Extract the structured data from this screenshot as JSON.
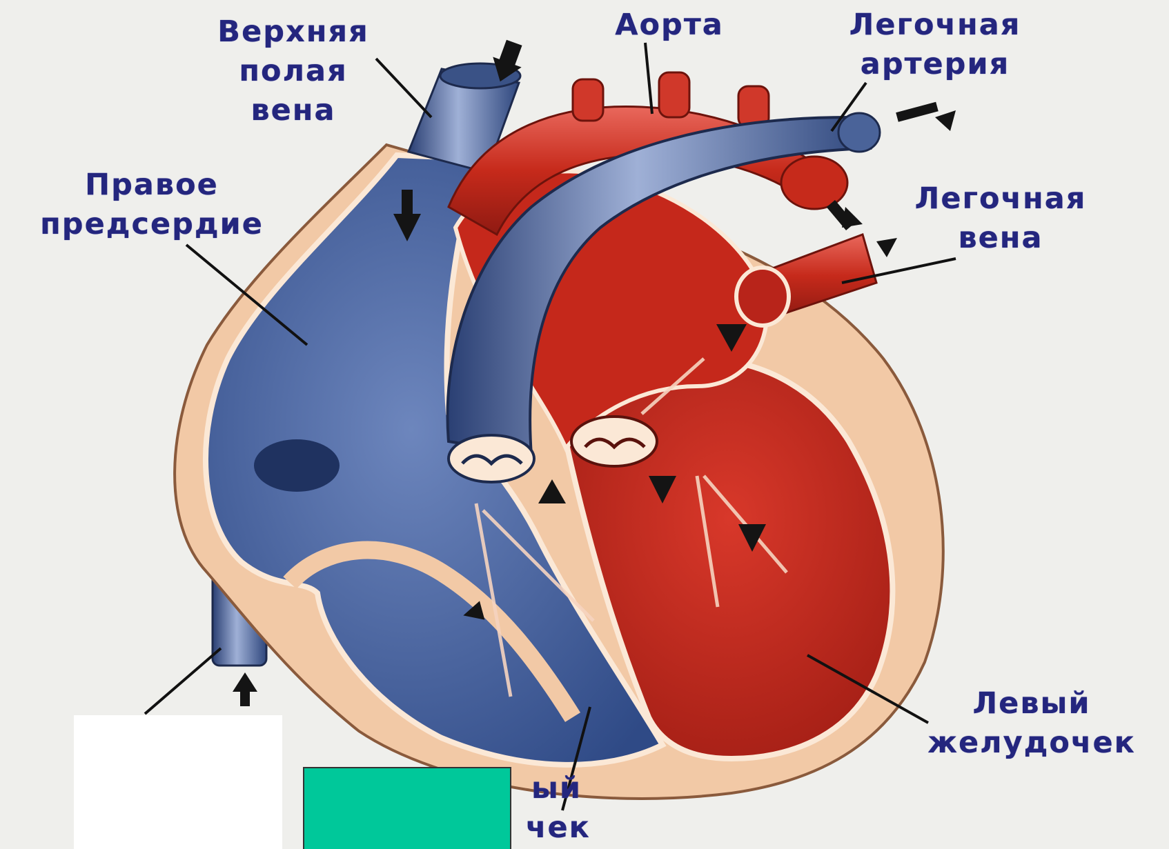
{
  "diagram": {
    "labels": {
      "superior_vena_cava": [
        "Верхняя",
        "полая",
        "вена"
      ],
      "aorta": [
        "Аорта"
      ],
      "pulmonary_artery": [
        "Легочная",
        "артерия"
      ],
      "right_atrium": [
        "Правое",
        "предсердие"
      ],
      "pulmonary_vein": [
        "Легочная",
        "вена"
      ],
      "left_ventricle": [
        "Левый",
        "желудочек"
      ],
      "right_ventricle_partial": [
        "ый",
        "чек"
      ]
    },
    "colors": {
      "background": "#efefec",
      "label_text": "#24267e",
      "venous_blood": "#3d5a92",
      "arterial_blood": "#c42a1c",
      "heart_wall": "#f0c7a3",
      "occlusion_white": "#ffffff",
      "occlusion_teal": "#00c89a"
    },
    "icons": [
      "flow-arrow-icon"
    ]
  }
}
